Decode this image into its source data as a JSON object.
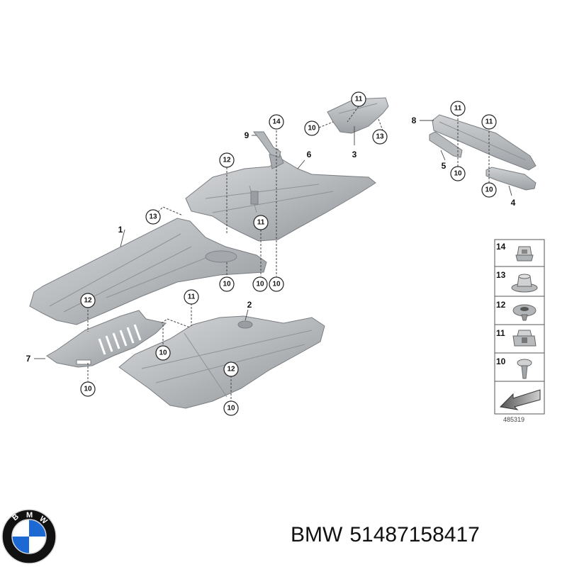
{
  "diagram": {
    "part_numbers": [
      "1",
      "2",
      "3",
      "4",
      "5",
      "6",
      "7",
      "8",
      "9"
    ],
    "callouts": [
      "10",
      "11",
      "12",
      "13",
      "14"
    ],
    "legend": [
      {
        "number": "14",
        "icon": "clip-nut-icon"
      },
      {
        "number": "13",
        "icon": "flange-nut-icon"
      },
      {
        "number": "12",
        "icon": "expanding-rivet-icon"
      },
      {
        "number": "11",
        "icon": "spring-nut-icon"
      },
      {
        "number": "10",
        "icon": "push-rivet-icon"
      }
    ],
    "direction_icon": "driving-direction-arrow-icon",
    "drawing_number": "485319"
  },
  "caption": {
    "brand": "BMW",
    "part_number": "51487158417"
  },
  "logo": {
    "icon": "bmw-roundel-logo",
    "lettering": "BMW",
    "colors": {
      "blue": "#1c69d4",
      "ring": "#111111",
      "white": "#ffffff"
    }
  },
  "colors": {
    "panel_fill": "#b9bcbf",
    "panel_dark": "#9a9ea2",
    "panel_light": "#d3d5d7"
  }
}
